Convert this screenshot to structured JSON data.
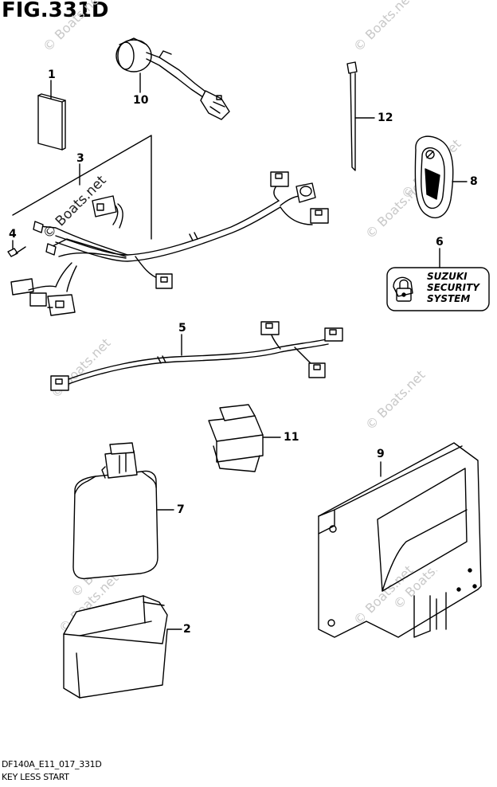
{
  "figure": {
    "title": "FIG.331D",
    "footer_code": "DF140A_E11_017_331D",
    "footer_caption": "KEY LESS START"
  },
  "watermark": {
    "text": "© Boats.net",
    "color": "#c8c8c8"
  },
  "callouts": [
    {
      "id": "1",
      "label": "1"
    },
    {
      "id": "2",
      "label": "2"
    },
    {
      "id": "3",
      "label": "3"
    },
    {
      "id": "4",
      "label": "4"
    },
    {
      "id": "5",
      "label": "5"
    },
    {
      "id": "6",
      "label": "6"
    },
    {
      "id": "7",
      "label": "7"
    },
    {
      "id": "8",
      "label": "8"
    },
    {
      "id": "9",
      "label": "9"
    },
    {
      "id": "10",
      "label": "10"
    },
    {
      "id": "11",
      "label": "11"
    },
    {
      "id": "12",
      "label": "12"
    }
  ],
  "sticker": {
    "line1": "SUZUKI",
    "line2": "SECURITY",
    "line3": "SYSTEM"
  }
}
